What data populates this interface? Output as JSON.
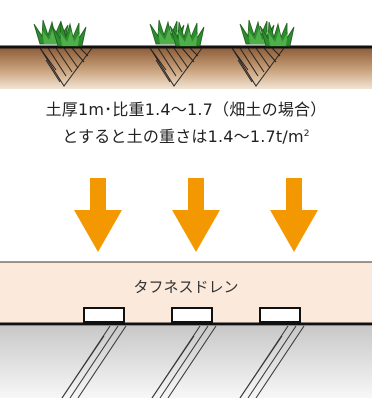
{
  "caption": {
    "line1": "土厚1m･比重1.4～1.7（畑土の場合）",
    "line2_main": "とすると土の重さは1.4～1.7t/m",
    "line2_sup": "2"
  },
  "drain": {
    "label": "タフネスドレン"
  },
  "colors": {
    "soil_top": "#8a5a35",
    "soil_bottom": "#f2e4d2",
    "grass": "#2e8b2e",
    "arrow": "#f39800",
    "drain_fill": "#fbeadb",
    "ground_top": "#cfcfcf",
    "ground_bottom": "#f5f5f5",
    "line": "#111111"
  },
  "icons": [
    "grass-icon",
    "down-arrow-icon",
    "soil-hatch",
    "drain-slot"
  ]
}
